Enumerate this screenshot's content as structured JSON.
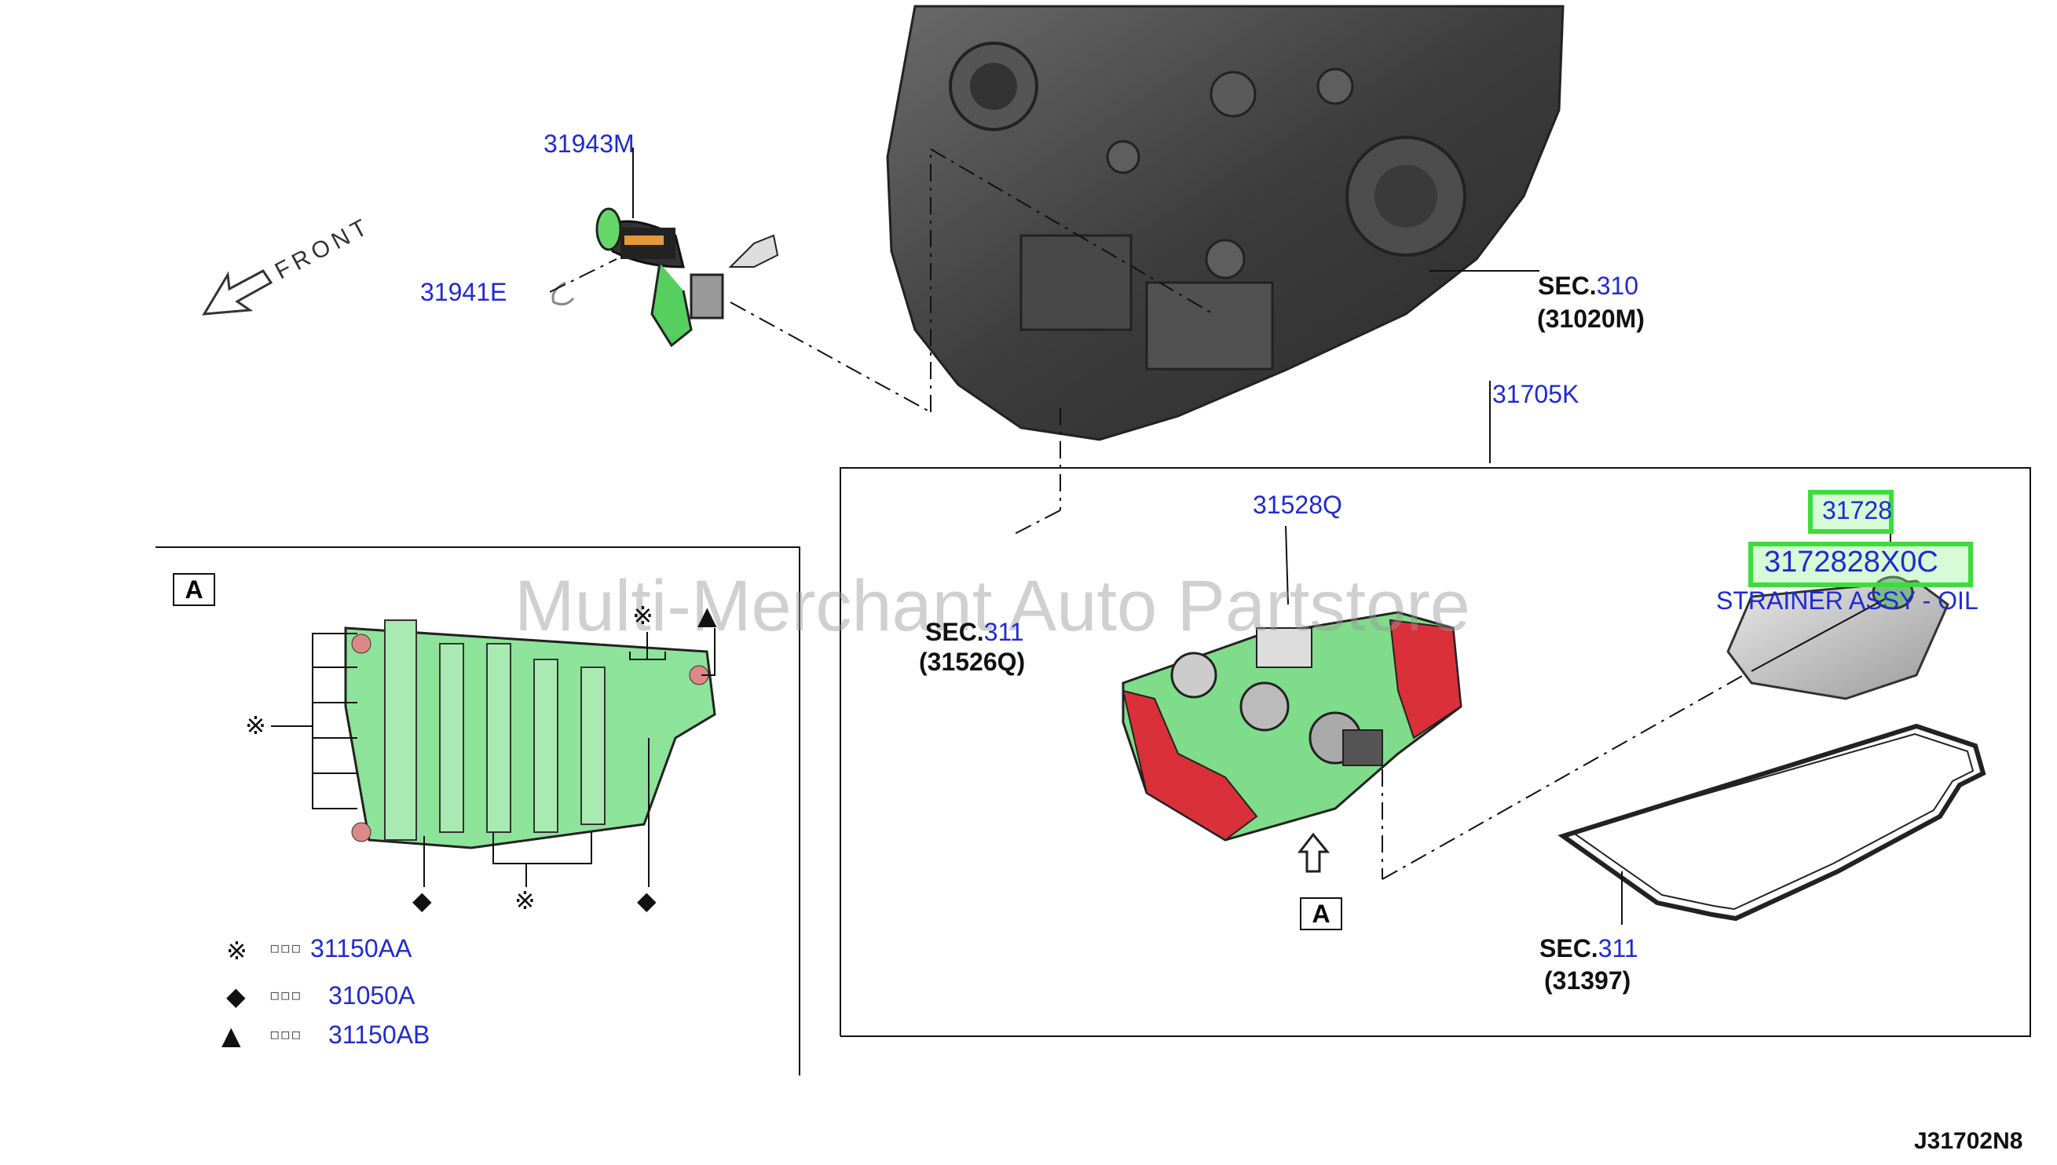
{
  "watermark": "Multi-Merchant Auto Partstore",
  "diagram_code": "J31702N8",
  "front_label": "FRONT",
  "inset_label": "A",
  "view_label": "A",
  "parts": {
    "p31943M": "31943M",
    "p31941E": "31941E",
    "p31705K": "31705K",
    "p31528Q": "31528Q",
    "p31728": "31728",
    "p3172828X0C": "3172828X0C",
    "strainer_desc": "STRAINER ASSY - OIL"
  },
  "sections": {
    "s310": {
      "prefix": "SEC.",
      "num": "310",
      "code": "(31020M)"
    },
    "s311a": {
      "prefix": "SEC.",
      "num": "311",
      "code": "(31526Q)"
    },
    "s311b": {
      "prefix": "SEC.",
      "num": "311",
      "code": "(31397)"
    }
  },
  "legend": [
    {
      "symbol": "※",
      "dots": "▫▫▫",
      "part": "31150AA"
    },
    {
      "symbol": "◆",
      "dots": "▫▫▫",
      "part": "31050A"
    },
    {
      "symbol": "▲",
      "dots": "▫▫▫",
      "part": "31150AB"
    }
  ],
  "colors": {
    "link": "#1f2bd0",
    "highlight": "#3ddc3d",
    "valve_body_green": "#7fdc8a",
    "valve_body_red": "#d9303a",
    "engine_gray": "#4a4a4a"
  }
}
